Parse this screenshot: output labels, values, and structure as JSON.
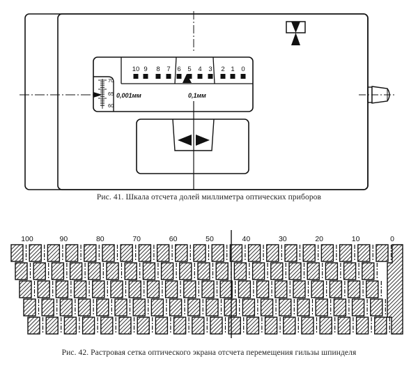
{
  "figure41": {
    "caption": "Рис. 41. Шкала отсчета долей миллиметра оптических приборов",
    "main_scale": {
      "labels": [
        "10",
        "9",
        "8",
        "7",
        "6",
        "5",
        "4",
        "3",
        "2",
        "1",
        "0"
      ],
      "unit_label": "0,1мм",
      "pointer_at": "5"
    },
    "vernier_scale": {
      "labels": [
        "70",
        "65",
        "60"
      ],
      "unit_label": "0,001мм",
      "pointer_at": "65"
    },
    "colors": {
      "ink": "#111111",
      "paper": "#ffffff"
    }
  },
  "figure42": {
    "caption": "Рис. 42. Растровая сетка оптического экрана отсчета перемещения гильзы шпинделя",
    "scale_labels": [
      "100",
      "90",
      "80",
      "70",
      "60",
      "50",
      "40",
      "30",
      "20",
      "10",
      "0"
    ],
    "rows": 5,
    "columns": 21
  }
}
